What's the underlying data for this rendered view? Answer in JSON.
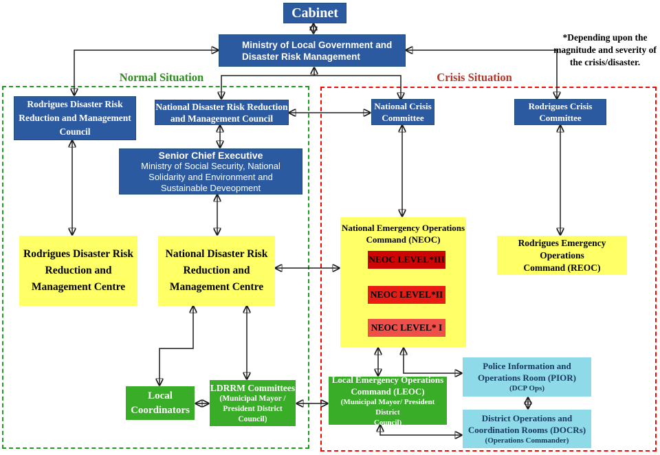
{
  "section_labels": {
    "normal": "Normal Situation",
    "crisis": "Crisis Situation"
  },
  "note": {
    "line1": "*Depending upon the",
    "line2": "magnitude and severity of",
    "line3": "the crisis/disaster."
  },
  "boxes": {
    "cabinet": {
      "label": "Cabinet"
    },
    "ministry": {
      "line1": "Ministry of Local Government and",
      "line2": "Disaster Risk Management"
    },
    "rodrigues_council": {
      "line1": "Rodrigues Disaster Risk",
      "line2": "Reduction and Management",
      "line3": "Council"
    },
    "national_council": {
      "line1": "National Disaster Risk Reduction",
      "line2": "and Management Council"
    },
    "national_crisis_committee": {
      "line1": "National Crisis",
      "line2": "Committee"
    },
    "rodrigues_crisis_committee": {
      "line1": "Rodrigues Crisis",
      "line2": "Committee"
    },
    "senior_chief_executive": {
      "title": "Senior Chief Executive",
      "line2": "Ministry of Social Security, National",
      "line3": "Solidarity and Environment and",
      "line4": "Sustainable Deveopment"
    },
    "rodrigues_centre": {
      "line1": "Rodrigues Disaster Risk",
      "line2": "Reduction and",
      "line3": "Management Centre"
    },
    "national_centre": {
      "line1": "National Disaster Risk",
      "line2": "Reduction and",
      "line3": "Management Centre"
    },
    "neoc": {
      "title_line1": "National Emergency Operations",
      "title_line2": "Command (NEOC)",
      "levels": [
        {
          "label": "NEOC LEVEL*III",
          "color": "#cc0404"
        },
        {
          "label": "NEOC LEVEL*II",
          "color": "#e81c14"
        },
        {
          "label": "NEOC LEVEL* I",
          "color": "#ef4f49"
        }
      ]
    },
    "reoc": {
      "line1": "Rodrigues Emergency Operations",
      "line2": "Command (REOC)"
    },
    "local_coordinators": {
      "line1": "Local",
      "line2": "Coordinators"
    },
    "ldrrm_committees": {
      "title": "LDRRM Committees",
      "sub1": "(Municipal Mayor /",
      "sub2": "President District Council)"
    },
    "leoc": {
      "line1": "Local Emergency Operations",
      "line2": "Command (LEOC)",
      "sub1": "(Municipal Mayor/ President District",
      "sub2": "Council)"
    },
    "pior": {
      "line1": "Police Information and",
      "line2": "Operations Room (PIOR)",
      "sub": "(DCP Ops)"
    },
    "docrs": {
      "line1": "District Operations and",
      "line2": "Coordination Rooms (DOCRs)",
      "sub": "(Operations Commander)"
    }
  },
  "colors": {
    "box_blue": "#2c5aa0",
    "box_yellow": "#ffff66",
    "box_green": "#3aad28",
    "box_light_blue": "#8edae8",
    "light_blue_text": "#17375e",
    "normal_label_green": "#2e8b1e",
    "crisis_label_red": "#b0372b",
    "zone_border_green": "#1e9a1e",
    "zone_border_red": "#ff0000",
    "arrow_black": "#1a1a1a"
  }
}
